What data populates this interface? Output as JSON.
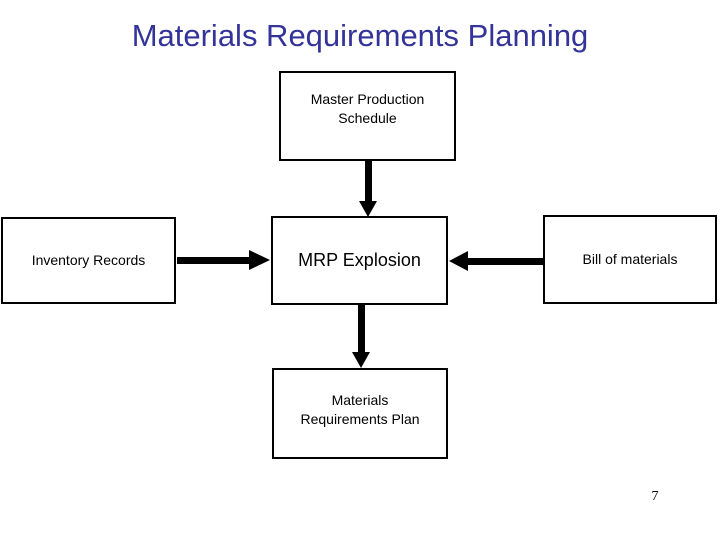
{
  "title": {
    "text": "Materials Requirements Planning"
  },
  "colors": {
    "title_text": "#333399",
    "box_border": "#000000",
    "box_fill": "#ffffff",
    "arrow": "#000000",
    "background": "#ffffff"
  },
  "boxes": {
    "master_production_schedule": {
      "lines": [
        "Master Production",
        "Schedule"
      ]
    },
    "inventory_records": {
      "label": "Inventory Records"
    },
    "mrp_explosion": {
      "label": "MRP Explosion"
    },
    "bill_of_materials": {
      "label": "Bill of materials"
    },
    "materials_requirements_plan": {
      "lines": [
        "Materials",
        "Requirements Plan"
      ]
    }
  },
  "arrows": [
    {
      "name": "mps-to-mrp-explosion",
      "direction": "down"
    },
    {
      "name": "inventory-records-to-mrp-explosion",
      "direction": "right"
    },
    {
      "name": "bill-of-materials-to-mrp-explosion",
      "direction": "left"
    },
    {
      "name": "mrp-explosion-to-materials-requirements-plan",
      "direction": "down"
    }
  ],
  "footer": {
    "page_number": "7"
  }
}
